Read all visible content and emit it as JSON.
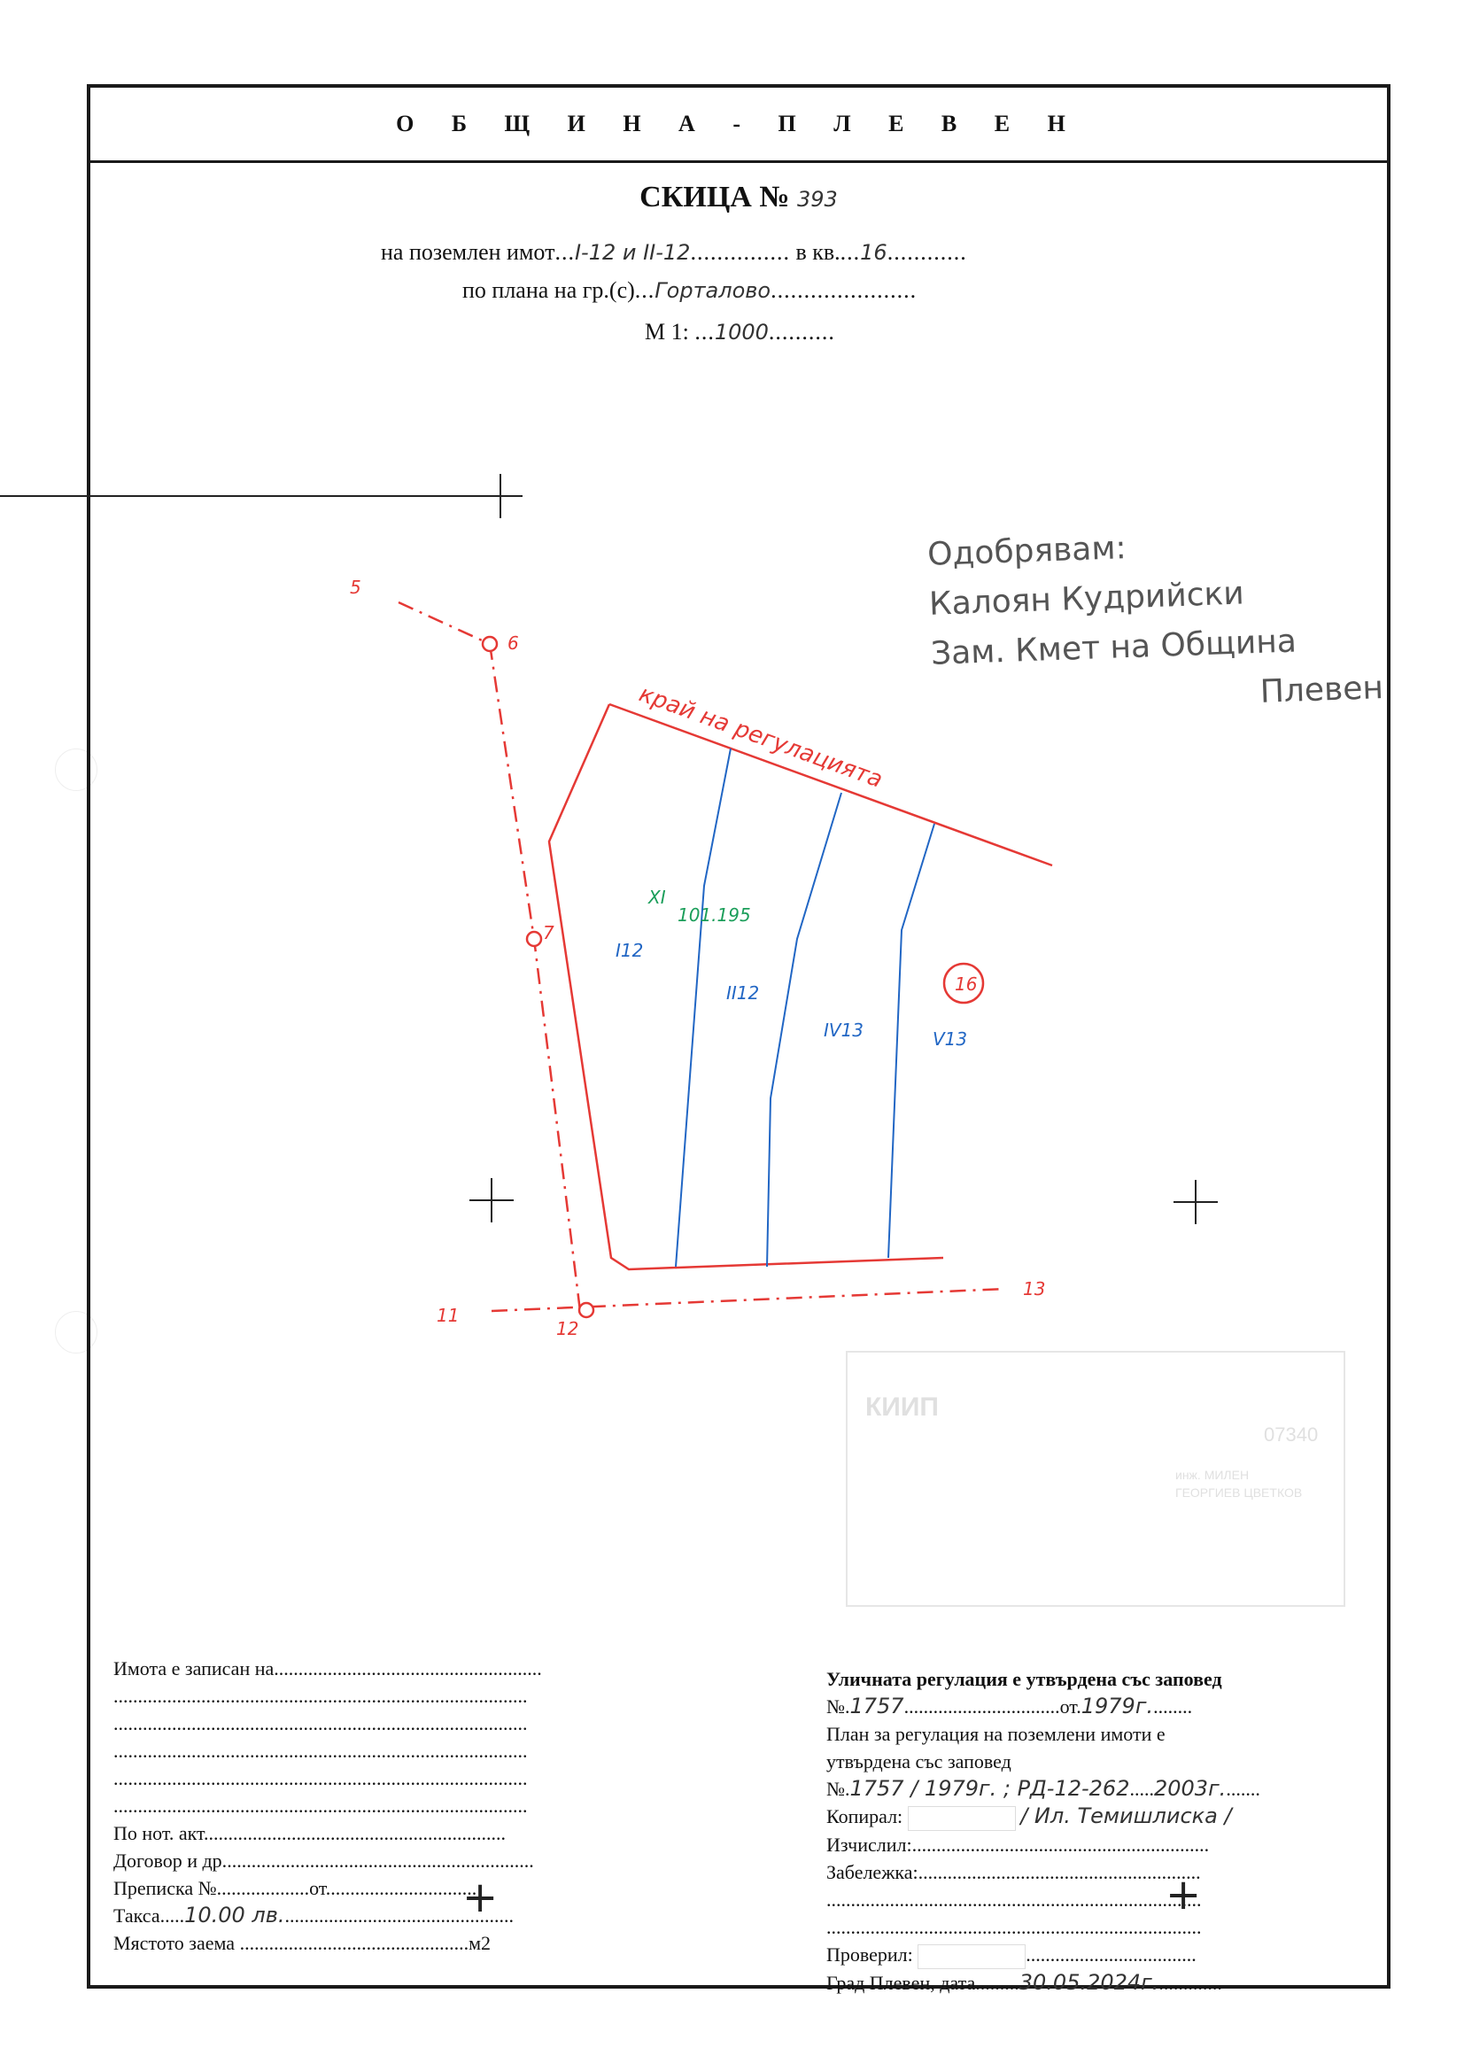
{
  "header": {
    "municipality": "О Б Щ И Н А - П Л Е В Е Н"
  },
  "title": {
    "label": "СКИЦА №",
    "number": "393"
  },
  "property": {
    "label": "на поземлен имот",
    "value": "I-12 и II-12",
    "block_label": "в кв.",
    "block_value": "16"
  },
  "plan": {
    "label": "по плана на гр.(с)",
    "value": "Горталово"
  },
  "scale": {
    "label": "М 1:",
    "value": "1000"
  },
  "approval": {
    "line1": "Одобрявам:",
    "line2": "Калоян Кудрийски",
    "line3": "Зам. Кмет на Община",
    "line4": "Плевен"
  },
  "drawing": {
    "points": [
      "5",
      "6",
      "7",
      "11",
      "12",
      "13"
    ],
    "regulation_label": "край на регулацията",
    "block_number": "16",
    "plot_labels": [
      "XI",
      "101.195",
      "I12",
      "II12",
      "IV13",
      "V13"
    ]
  },
  "stamp": {
    "title": "КИИП",
    "reg_no": "07340",
    "name_line1": "инж. МИЛЕН",
    "name_line2": "ГЕОРГИЕВ ЦВЕТКОВ"
  },
  "left_block": {
    "registered_in": "Имота е записан на",
    "notary_act": "По нот. акт",
    "contract": "Договор и др.",
    "transcript": "Преписка №",
    "from": "от",
    "fee_label": "Такса",
    "fee_value": "10.00 лв.",
    "area_label": "Мястото заема",
    "area_unit": "м2"
  },
  "right_block": {
    "street_reg": "Уличната регулация е утвърдена със заповед",
    "no_label": "№",
    "order_no": "1757",
    "from_label": "от",
    "order_date": "1979г.",
    "plan_reg_1": "План за регулация на поземлени имоти е",
    "plan_reg_2": "утвърдена със заповед",
    "plan_order_value": "1757 / 1979г. ; РД-12-262",
    "plan_order_date": "2003г.",
    "copied_label": "Копирал:",
    "copied_by": "/ Ил. Темишлиска /",
    "computed_label": "Изчислил:",
    "note_label": "Забележка:",
    "checked_label": "Проверил:",
    "city_date_label": "Град Плевен, дата",
    "city_date_value": "30.05.2024г."
  }
}
